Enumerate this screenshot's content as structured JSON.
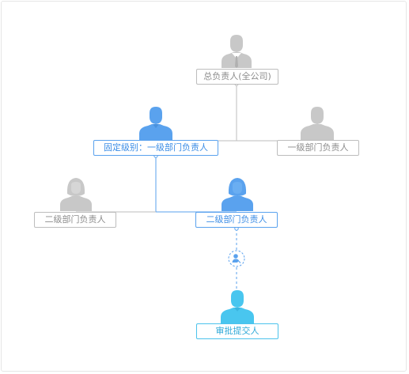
{
  "nodes": {
    "ceo": {
      "label": "总负责人(全公司)",
      "icon": "male-person-icon"
    },
    "fixed_level1": {
      "label": "固定级别：一级部门负责人",
      "icon": "male-person-icon"
    },
    "level1_right": {
      "label": "一级部门负责人",
      "icon": "male-person-icon"
    },
    "level2_left": {
      "label": "二级部门负责人",
      "icon": "female-person-icon"
    },
    "level2_selected": {
      "label": "二级部门负责人",
      "icon": "female-person-icon"
    },
    "submitter": {
      "label": "审批提交人",
      "icon": "male-person-icon"
    }
  },
  "colors": {
    "gray": "#c8c8c8",
    "blue": "#5aa2ee",
    "cyan": "#49c6ef",
    "line_gray": "#bdbdbd"
  }
}
